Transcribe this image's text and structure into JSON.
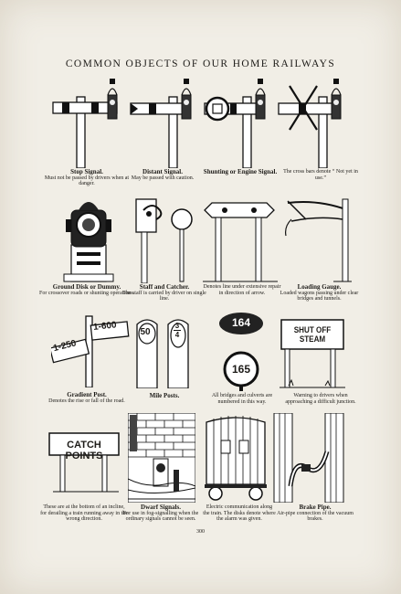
{
  "page": {
    "title": "COMMON OBJECTS OF OUR HOME RAILWAYS",
    "page_number": "300"
  },
  "items": [
    {
      "heading": "Stop Signal.",
      "text": "Must not be passed by drivers when at danger."
    },
    {
      "heading": "Distant Signal.",
      "text": "May be passed with caution."
    },
    {
      "heading": "Shunting or Engine Signal.",
      "text": ""
    },
    {
      "heading": "",
      "text": "The cross bars denote “ Not yet in use.”"
    },
    {
      "heading": "Ground Disk or Dummy.",
      "text": "For crossover roads or shunting operations."
    },
    {
      "heading": "Staff and Catcher.",
      "text": "The staff is carried by driver on single line."
    },
    {
      "heading": "",
      "text": "Denotes line under extensive repair in direction of arrow."
    },
    {
      "heading": "Loading Gauge.",
      "text": "Loaded wagons passing under clear bridges and tunnels."
    },
    {
      "heading": "Gradient Post.",
      "text": "Denotes the rise or fall of the road."
    },
    {
      "heading": "Mile Posts.",
      "text": ""
    },
    {
      "heading": "",
      "text": "All bridges and culverts are numbered in this way."
    },
    {
      "heading": "",
      "text": "Warning to drivers when approaching a difficult junction."
    },
    {
      "heading": "",
      "text": "These are at the bottom of an incline, for derailing a train running away in the wrong direction."
    },
    {
      "heading": "Dwarf Signals.",
      "text": "For use in fog-signalling when the ordinary signals cannot be seen."
    },
    {
      "heading": "",
      "text": "Electric communication along the train. The disks denote where the alarm was given."
    },
    {
      "heading": "Brake Pipe.",
      "text": "Air-pipe connection of the vacuum brakes."
    }
  ],
  "signs": {
    "gradient_left": "1-250",
    "gradient_right": "1-600",
    "mile_post_a": "50",
    "mile_post_b_top": "3",
    "mile_post_b_bottom": "4",
    "bridge_number_top": "164",
    "bridge_number_bottom": "165",
    "shut_off_steam": "SHUT OFF STEAM",
    "catch_points": "CATCH POINTS"
  }
}
